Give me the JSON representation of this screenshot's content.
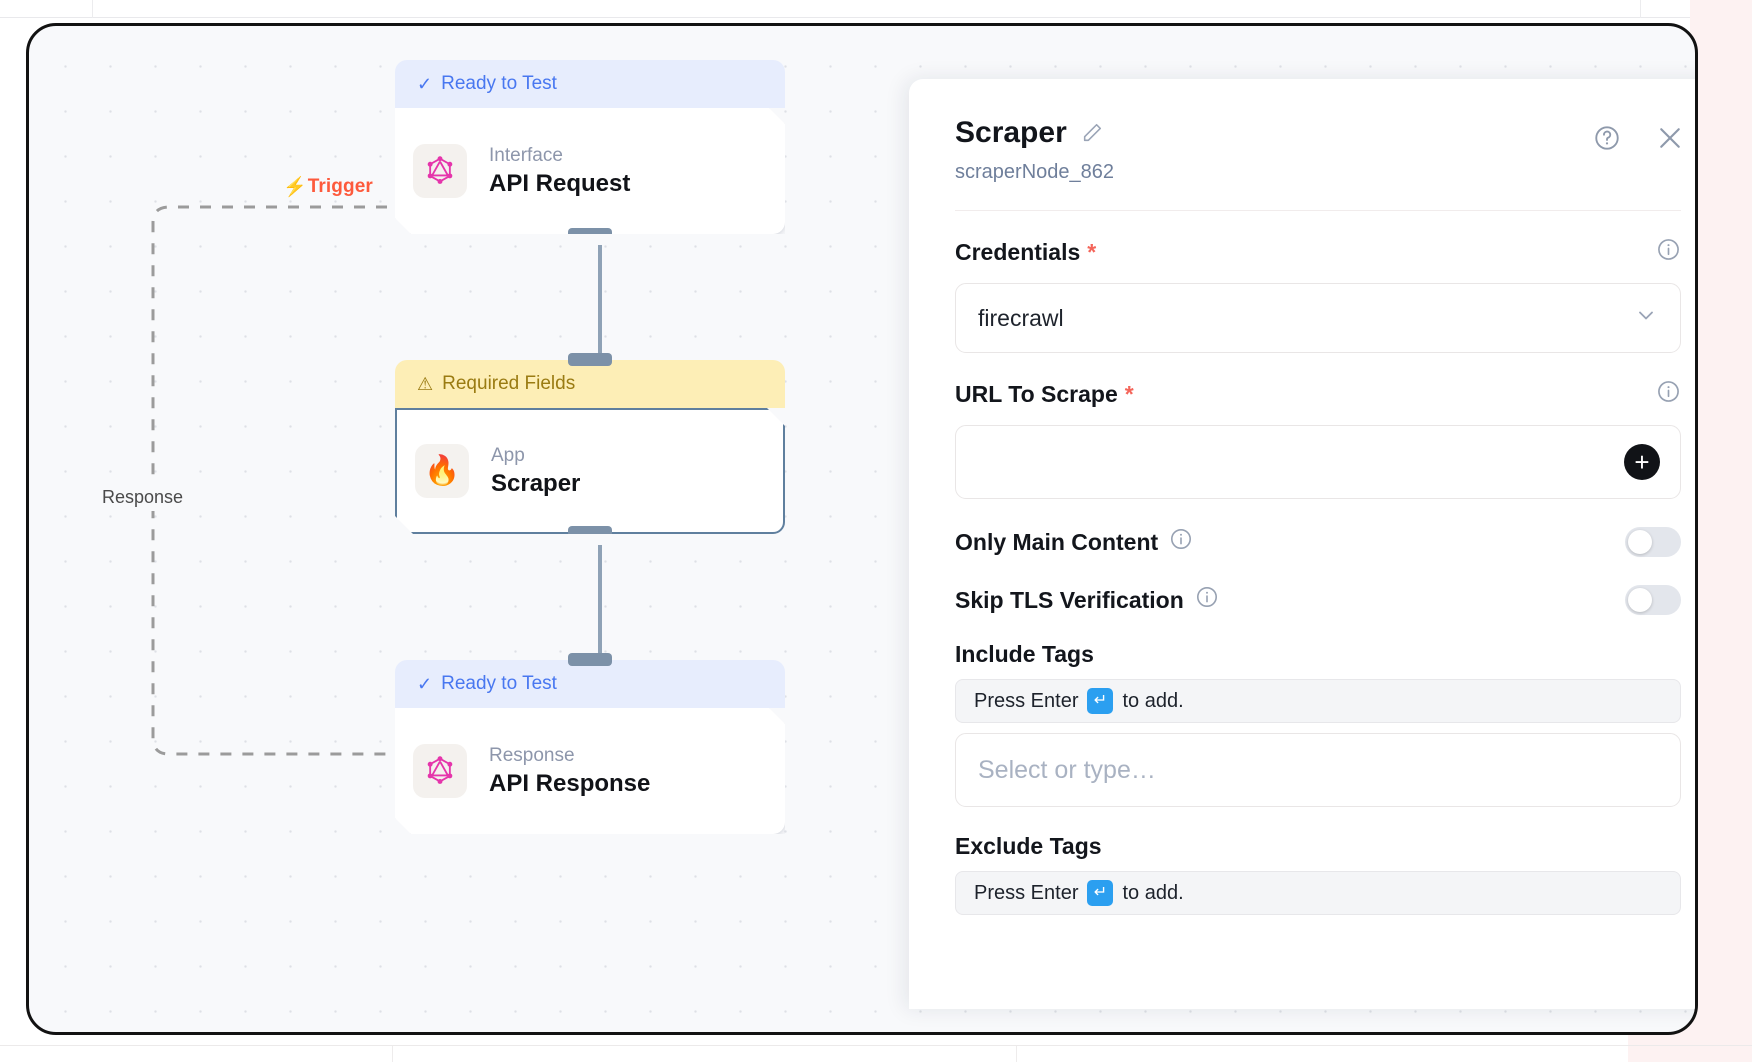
{
  "canvas": {
    "trigger_label": "Trigger",
    "trigger_icon": "lightning-bolt-icon",
    "response_label": "Response",
    "nodes": [
      {
        "id": "api-request",
        "status": "Ready to Test",
        "status_type": "ready",
        "status_icon": "check-icon",
        "kind": "Interface",
        "title": "API Request",
        "icon": "graphql-icon"
      },
      {
        "id": "scraper",
        "status": "Required Fields",
        "status_type": "required",
        "status_icon": "warning-triangle-icon",
        "kind": "App",
        "title": "Scraper",
        "icon": "fire-icon"
      },
      {
        "id": "api-response",
        "status": "Ready to Test",
        "status_type": "ready",
        "status_icon": "check-icon",
        "kind": "Response",
        "title": "API Response",
        "icon": "graphql-icon"
      }
    ]
  },
  "panel": {
    "title": "Scraper",
    "edit_icon": "pencil-icon",
    "node_id": "scraperNode_862",
    "help_icon": "question-circle-icon",
    "close_icon": "close-icon",
    "fields": {
      "credentials": {
        "label": "Credentials",
        "required_mark": "*",
        "value": "firecrawl",
        "chevron_icon": "chevron-down-icon",
        "info_icon": "info-icon"
      },
      "url_to_scrape": {
        "label": "URL To Scrape",
        "required_mark": "*",
        "value": "",
        "add_icon": "plus-icon",
        "info_icon": "info-icon"
      },
      "only_main_content": {
        "label": "Only Main Content",
        "info_icon": "info-icon",
        "value": "off"
      },
      "skip_tls_verification": {
        "label": "Skip TLS Verification",
        "info_icon": "info-icon",
        "value": "off"
      },
      "include_tags": {
        "label": "Include Tags",
        "hint_prefix": "Press Enter",
        "hint_suffix": "to add.",
        "enter_glyph": "↵",
        "placeholder": "Select or type…"
      },
      "exclude_tags": {
        "label": "Exclude Tags",
        "hint_prefix": "Press Enter",
        "hint_suffix": "to add.",
        "enter_glyph": "↵"
      }
    }
  },
  "colors": {
    "ready_bg": "#e7edfd",
    "ready_fg": "#4877f0",
    "required_bg": "#fdeeb6",
    "required_fg": "#9a7b12",
    "trigger": "#fd5a3c",
    "accent_enter": "#2b9ff0",
    "handle": "#7c91a8"
  }
}
